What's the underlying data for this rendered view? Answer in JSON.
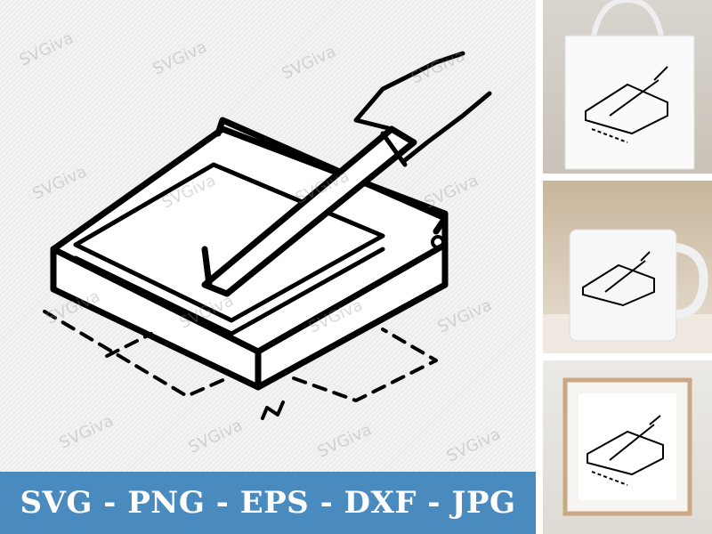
{
  "watermark": "SVGiva",
  "banner": {
    "text": "SVG - PNG - EPS - DXF - JPG",
    "color": "#4a8bbf"
  },
  "main_image": {
    "subject": "paper-cutter-line-art"
  },
  "mockups": [
    {
      "name": "tote-bag"
    },
    {
      "name": "mug"
    },
    {
      "name": "framed-print"
    }
  ]
}
